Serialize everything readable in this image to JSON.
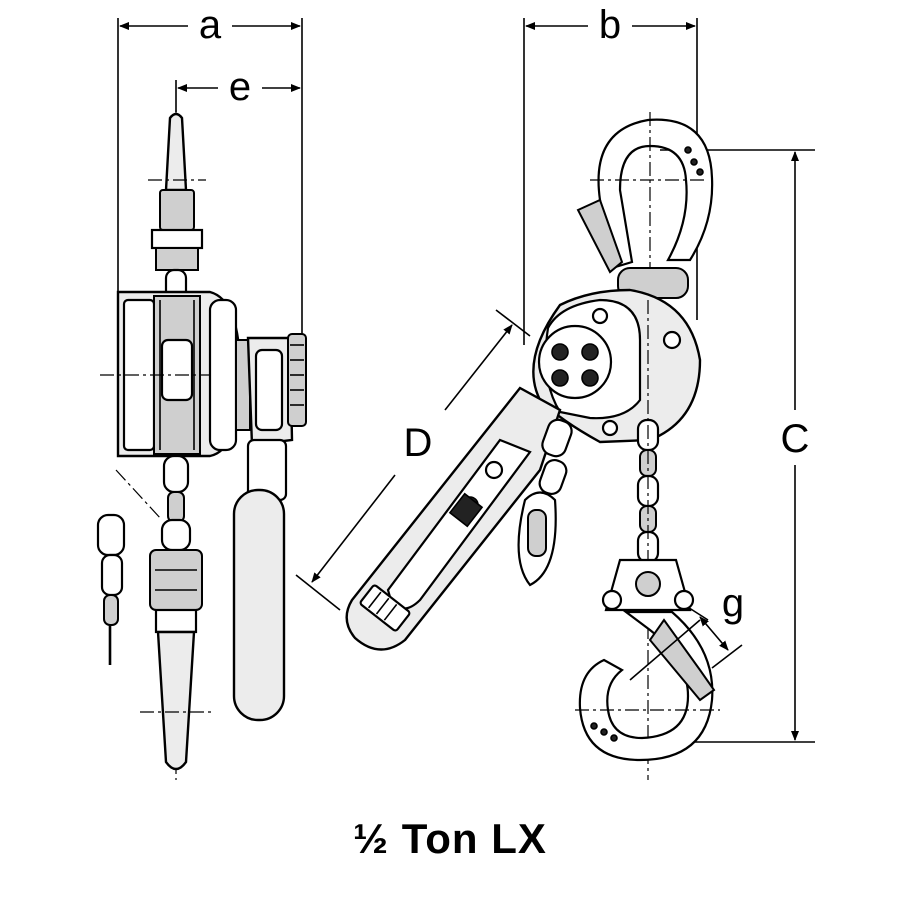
{
  "diagram": {
    "caption": "½ Ton LX",
    "dimension_labels": {
      "a": "a",
      "e": "e",
      "b": "b",
      "c": "C",
      "d": "D",
      "g": "g"
    },
    "colors": {
      "ink": "#000000",
      "background": "#ffffff",
      "body_fill": "#ececec"
    }
  }
}
